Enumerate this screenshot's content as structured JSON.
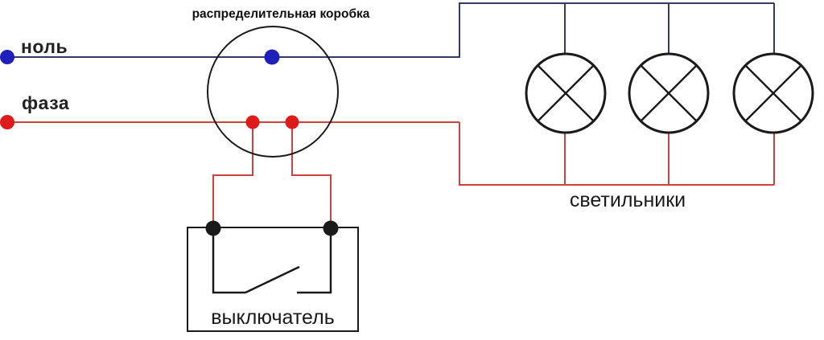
{
  "diagram": {
    "labels": {
      "neutral": "ноль",
      "phase": "фаза",
      "junction_box": "распределительная коробка",
      "lamps": "светильники",
      "switch": "выключатель"
    },
    "colors": {
      "neutral_wire": "#333a66",
      "neutral_terminal": "#1f1fbb",
      "phase_wire": "#c9443c",
      "phase_terminal": "#df1a1a",
      "outline": "#1a1a1a"
    },
    "components": {
      "lamp_count": 3,
      "switch_state": "open"
    }
  }
}
